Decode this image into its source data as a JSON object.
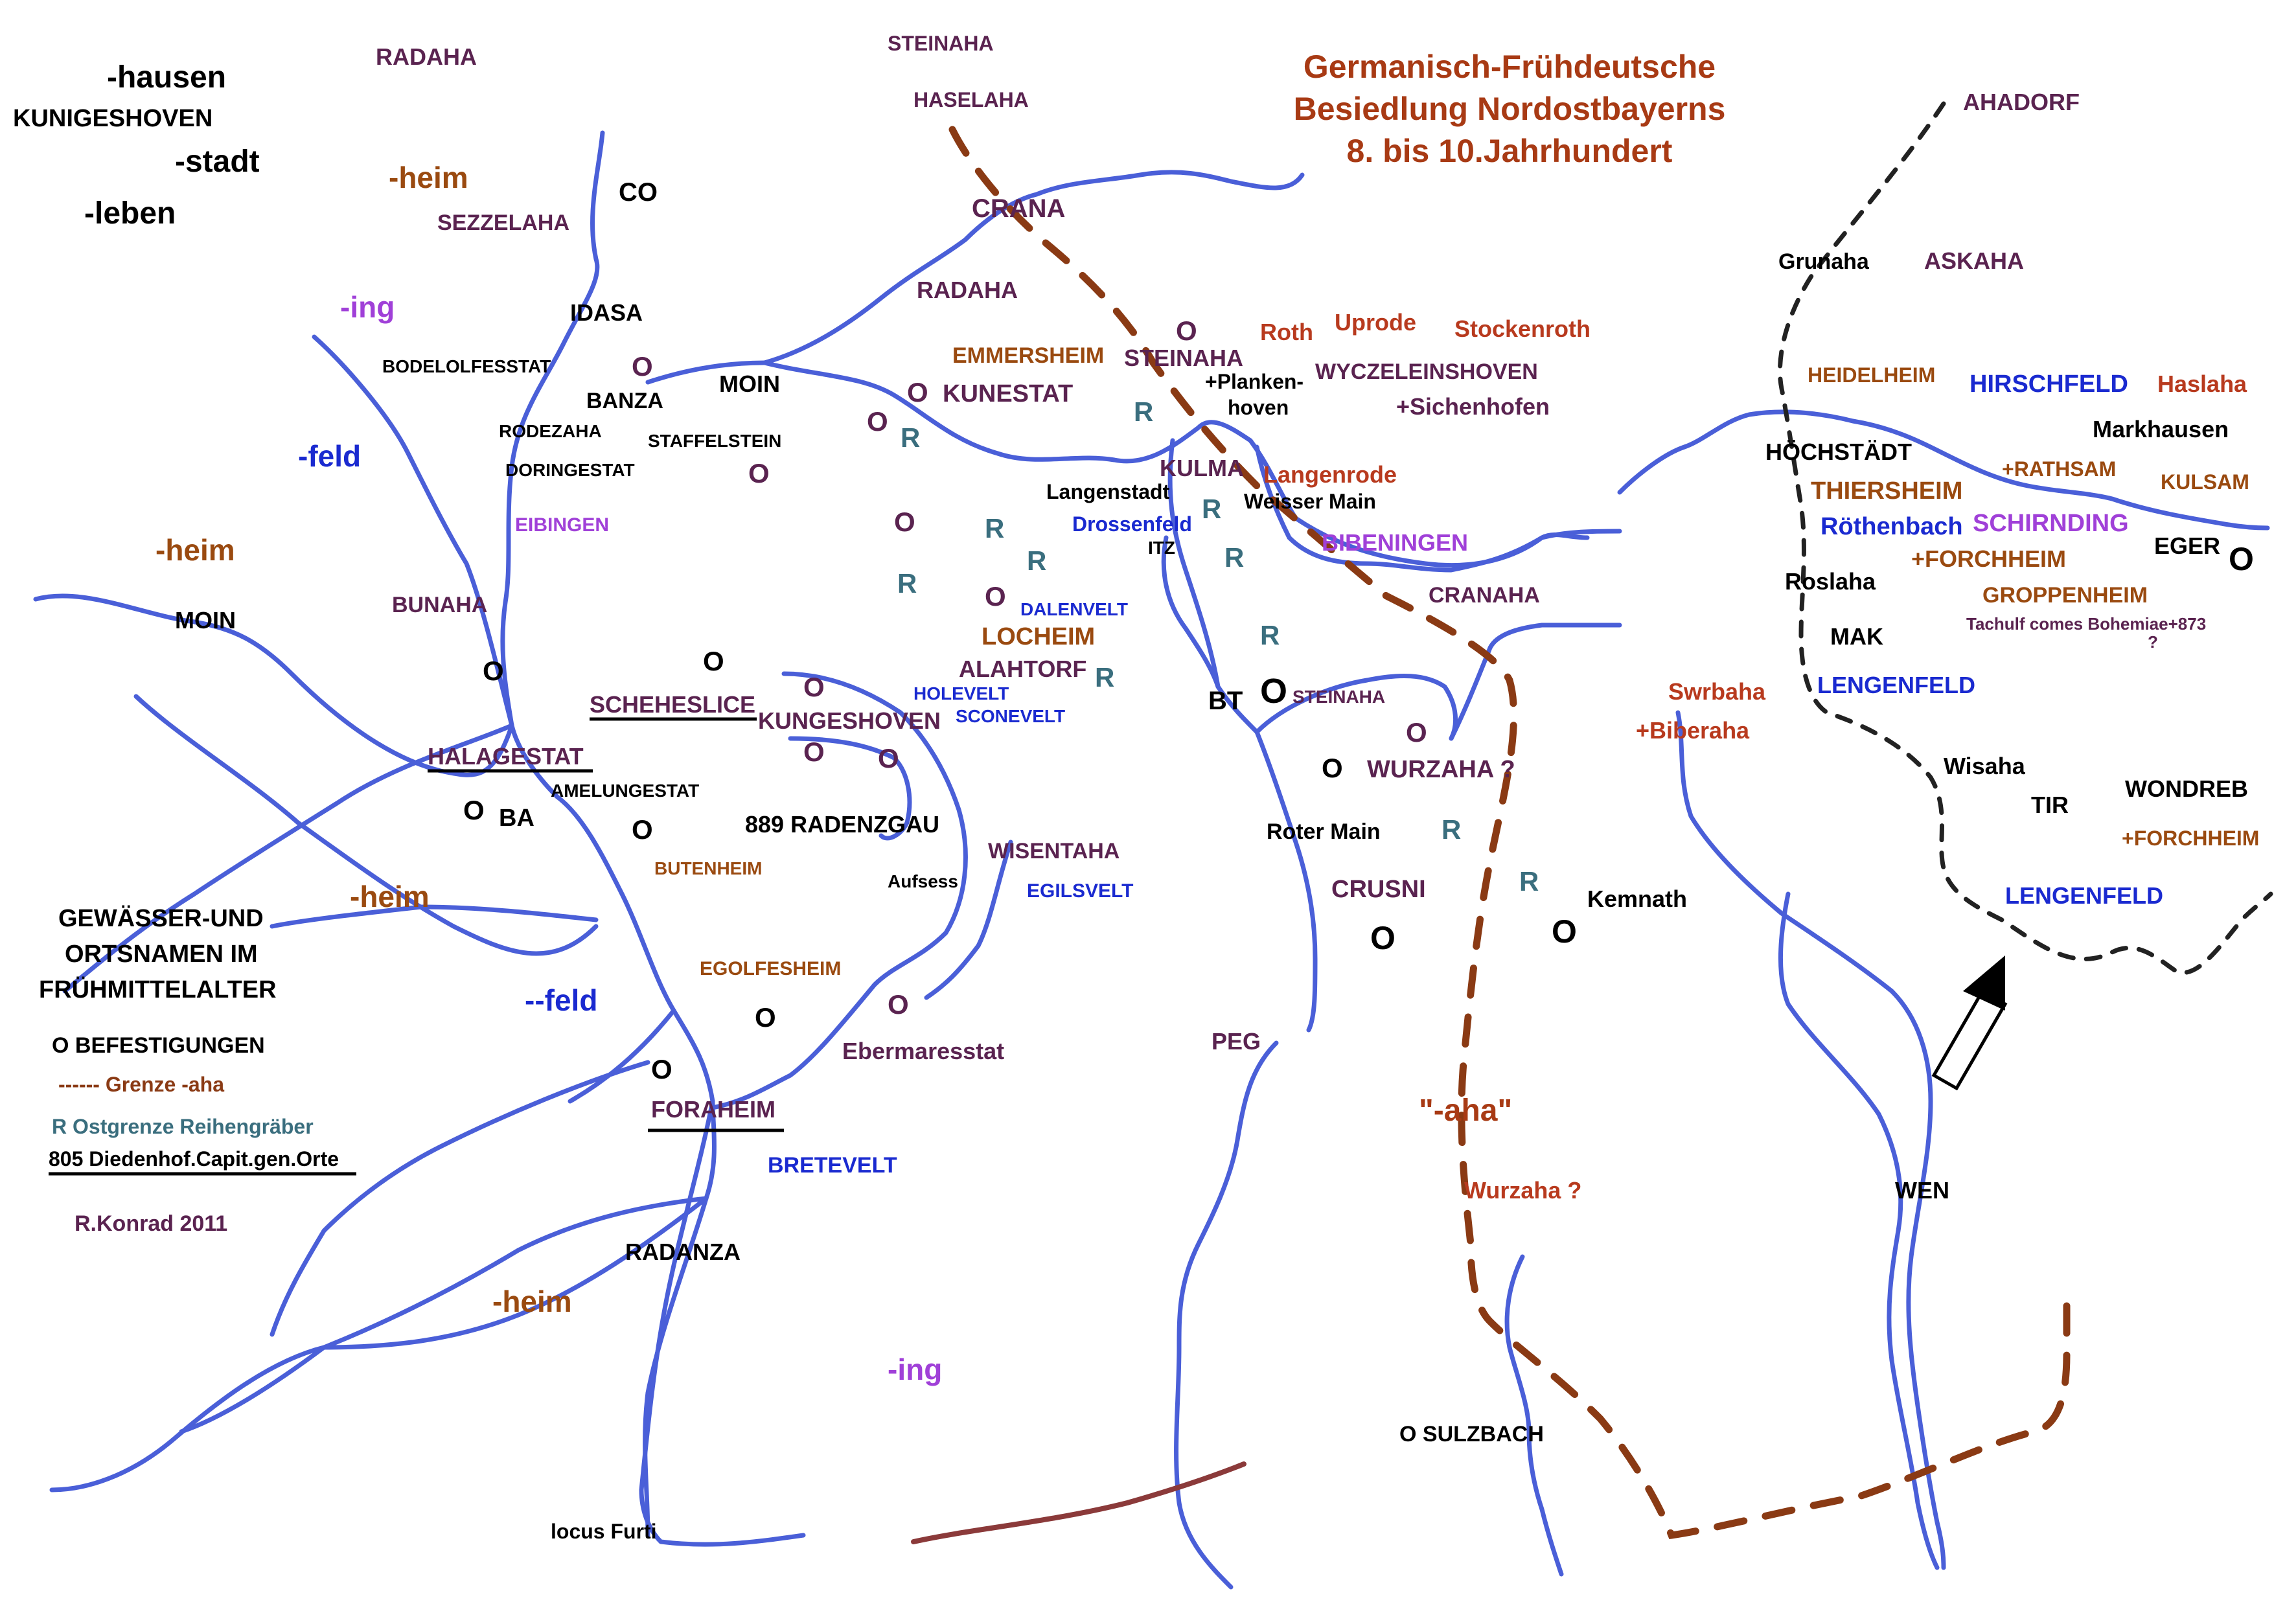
{
  "colors": {
    "river": "#4a5fd8",
    "aha_border": "#8a3a14",
    "title": "#a83a14",
    "settlement": "#5a2350",
    "heim": "#9a4a10",
    "feld": "#1a2ad0",
    "ing": "#a040d8",
    "reihengraber": "#3a6e7e",
    "fortification": "#000000",
    "black": "#000000",
    "red_place": "#b83a1e"
  },
  "title": {
    "line1": "Germanisch-Frühdeutsche",
    "line2": "Besiedlung Nordostbayerns",
    "line3": "8. bis 10.Jahrhundert"
  },
  "suffix_legend": {
    "hausen": "-hausen",
    "kunigeshoven": "KUNIGESHOVEN",
    "stadt": "-stadt",
    "leben": "-leben"
  },
  "legend": {
    "heading1": "GEWÄSSER-UND",
    "heading2": "ORTSNAMEN IM",
    "heading3": "FRÜHMITTELALTER",
    "fortifications": "O BEFESTIGUNGEN",
    "aha_border": "------ Grenze -aha",
    "reihengraber": "R Ostgrenze Reihengräber",
    "capitulary": "805 Diedenhof.Capit.gen.Orte",
    "author": "R.Konrad 2011"
  },
  "region_labels": {
    "heim_1": "-heim",
    "ing_1": "-ing",
    "feld_1": "-feld",
    "heim_2": "-heim",
    "heim_3": "-heim",
    "feld_2": "--feld",
    "heim_4": "-heim",
    "ing_2": "-ing",
    "aha": "\"-aha\""
  },
  "places": {
    "radaha_nw": "RADAHA",
    "sezzelaha": "SEZZELAHA",
    "co": "CO",
    "idasa": "IDASA",
    "bodelolfesstat": "BODELOLFESSTAT",
    "banza": "BANZA",
    "rodezaha": "RODEZAHA",
    "staffelstein": "STAFFELSTEIN",
    "doringestat": "DORINGESTAT",
    "eibingen": "EIBINGEN",
    "bunaha": "BUNAHA",
    "moin_w": "MOIN",
    "moin_n": "MOIN",
    "steinaha_n": "STEINAHA",
    "haselaha": "HASELAHA",
    "crana": "CRANA",
    "radaha_n": "RADAHA",
    "emmersheim": "EMMERSHEIM",
    "steinaha_2": "STEINAHA",
    "kunestat": "KUNESTAT",
    "roth": "Roth",
    "uprode": "Uprode",
    "stockenroth": "Stockenroth",
    "wyczeleinshoven": "WYCZELEINSHOVEN",
    "plankenhoven_1": "+Planken-",
    "plankenhoven_2": "hoven",
    "sichenhofen": "+Sichenhofen",
    "kulma": "KULMA",
    "langenrode": "Langenrode",
    "langenstadt": "Langenstadt",
    "drossenfeld": "Drossenfeld",
    "weisser_main": "Weisser Main",
    "itz": "ITZ",
    "bibeningen": "BIBENINGEN",
    "cranaha": "CRANAHA",
    "dalenvelt": "DALENVELT",
    "locheim": "LOCHEIM",
    "alahtorf": "ALAHTORF",
    "holevelt": "HOLEVELT",
    "sconevelt": "SCONEVELT",
    "scheheslice": "SCHEHESLICE",
    "kungeshoven": "KUNGESHOVEN",
    "halagestat": "HALAGESTAT",
    "amelungestat": "AMELUNGESTAT",
    "ba": "BA",
    "radenzgau": "889 RADENZGAU",
    "butenheim": "BUTENHEIM",
    "aufsess": "Aufsess",
    "wisentaha": "WISENTAHA",
    "egilsvelt": "EGILSVELT",
    "bt": "BT",
    "steinaha_3": "STEINAHA",
    "wurzaha": "WURZAHA ?",
    "roter_main": "Roter Main",
    "crusni": "CRUSNI",
    "kemnath": "Kemnath",
    "egolfesheim": "EGOLFESHEIM",
    "ebermaresstat": "Ebermaresstat",
    "peg": "PEG",
    "foraheim": "FORAHEIM",
    "bretevelt": "BRETEVELT",
    "radanza": "RADANZA",
    "wurzaha_2": "Wurzaha ?",
    "o_sulzbach": "O SULZBACH",
    "locus_furti": "locus Furti",
    "ahadorf": "AHADORF",
    "grunaha": "Grunaha",
    "askaha": "ASKAHA",
    "heidelheim": "HEIDELHEIM",
    "hirschfeld": "HIRSCHFELD",
    "haslaha": "Haslaha",
    "hochstadt": "HÖCHSTÄDT",
    "markhausen": "Markhausen",
    "thiersheim": "THIERSHEIM",
    "rathsam": "+RATHSAM",
    "kulsam": "KULSAM",
    "rothenbach": "Röthenbach",
    "schirnding": "SCHIRNDING",
    "eger": "EGER",
    "forchheim_1": "+FORCHHEIM",
    "roslaha": "Roslaha",
    "groppenheim": "GROPPENHEIM",
    "mak": "MAK",
    "tachulf": "Tachulf comes Bohemiae+873",
    "tachulf_q": "?",
    "lengenfeld_1": "LENGENFELD",
    "swrbaha": "Swrbaha",
    "biberaha": "+Biberaha",
    "wisaha": "Wisaha",
    "tir": "TIR",
    "wondreb": "WONDREB",
    "forchheim_2": "+FORCHHEIM",
    "lengenfeld_2": "LENGENFELD",
    "wen": "WEN"
  },
  "markers": {
    "fort": "O",
    "reihengrab": "R"
  }
}
